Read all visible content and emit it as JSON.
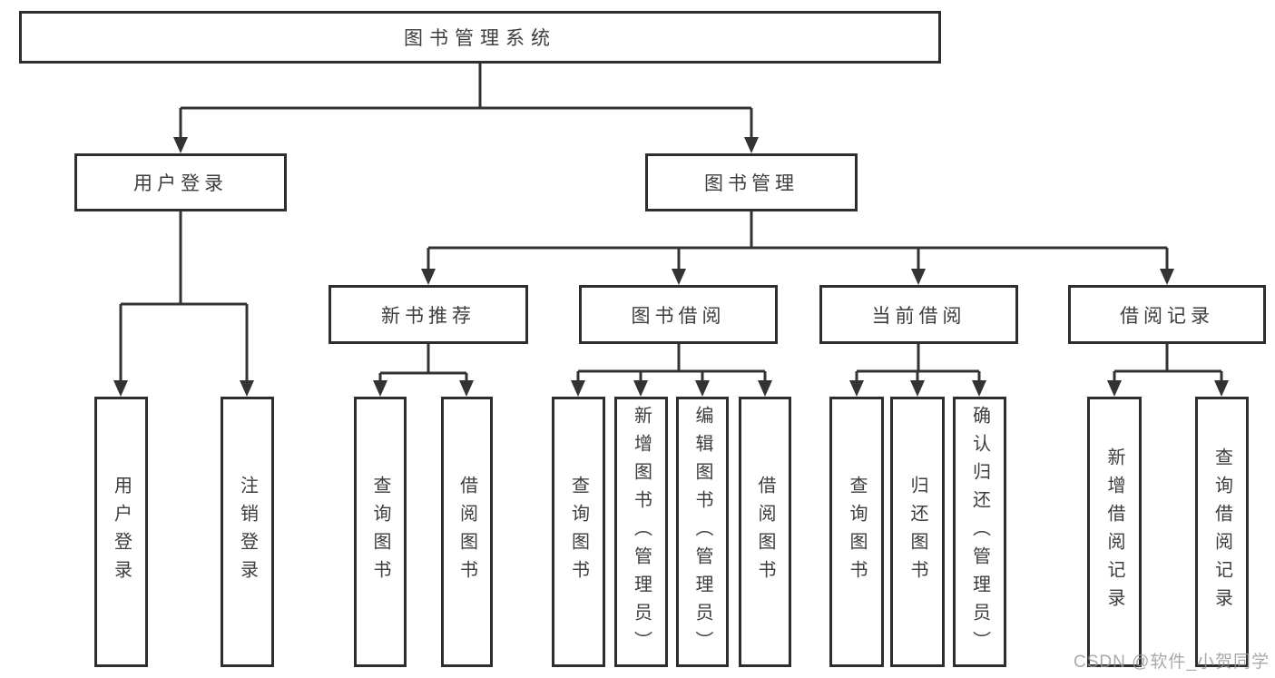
{
  "diagram_type": "hierarchy-tree",
  "tree": {
    "label": "图书管理系统",
    "children": [
      {
        "label": "用户登录",
        "children": [
          {
            "label": "用户登录"
          },
          {
            "label": "注销登录"
          }
        ]
      },
      {
        "label": "图书管理",
        "children": [
          {
            "label": "新书推荐",
            "children": [
              {
                "label": "查询图书"
              },
              {
                "label": "借阅图书"
              }
            ]
          },
          {
            "label": "图书借阅",
            "children": [
              {
                "label": "查询图书"
              },
              {
                "label": "新增图书（管理员）"
              },
              {
                "label": "编辑图书（管理员）"
              },
              {
                "label": "借阅图书"
              }
            ]
          },
          {
            "label": "当前借阅",
            "children": [
              {
                "label": "查询图书"
              },
              {
                "label": "归还图书"
              },
              {
                "label": "确认归还（管理员）"
              }
            ]
          },
          {
            "label": "借阅记录",
            "children": [
              {
                "label": "新增借阅记录"
              },
              {
                "label": "查询借阅记录"
              }
            ]
          }
        ]
      }
    ]
  },
  "watermark": "CSDN @软件_小贺同学",
  "colors": {
    "line": "#333333",
    "box_border": "#2e2e2e",
    "text": "#3d3d3d",
    "watermark": "#969696",
    "background": "#ffffff"
  }
}
